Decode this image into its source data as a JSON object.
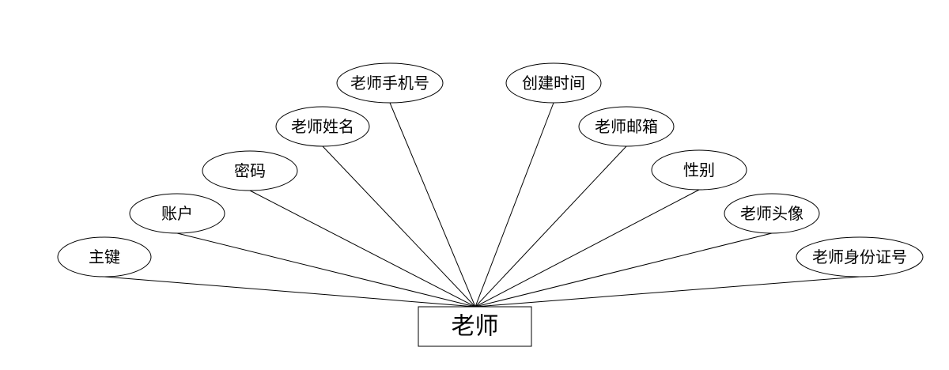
{
  "entity": {
    "label": "老师"
  },
  "attributes": [
    {
      "label": "主键"
    },
    {
      "label": "账户"
    },
    {
      "label": "密码"
    },
    {
      "label": "老师姓名"
    },
    {
      "label": "老师手机号"
    },
    {
      "label": "创建时间"
    },
    {
      "label": "老师邮箱"
    },
    {
      "label": "性别"
    },
    {
      "label": "老师头像"
    },
    {
      "label": "老师身份证号"
    }
  ],
  "colors": {
    "stroke": "#000000",
    "background": "#ffffff"
  }
}
